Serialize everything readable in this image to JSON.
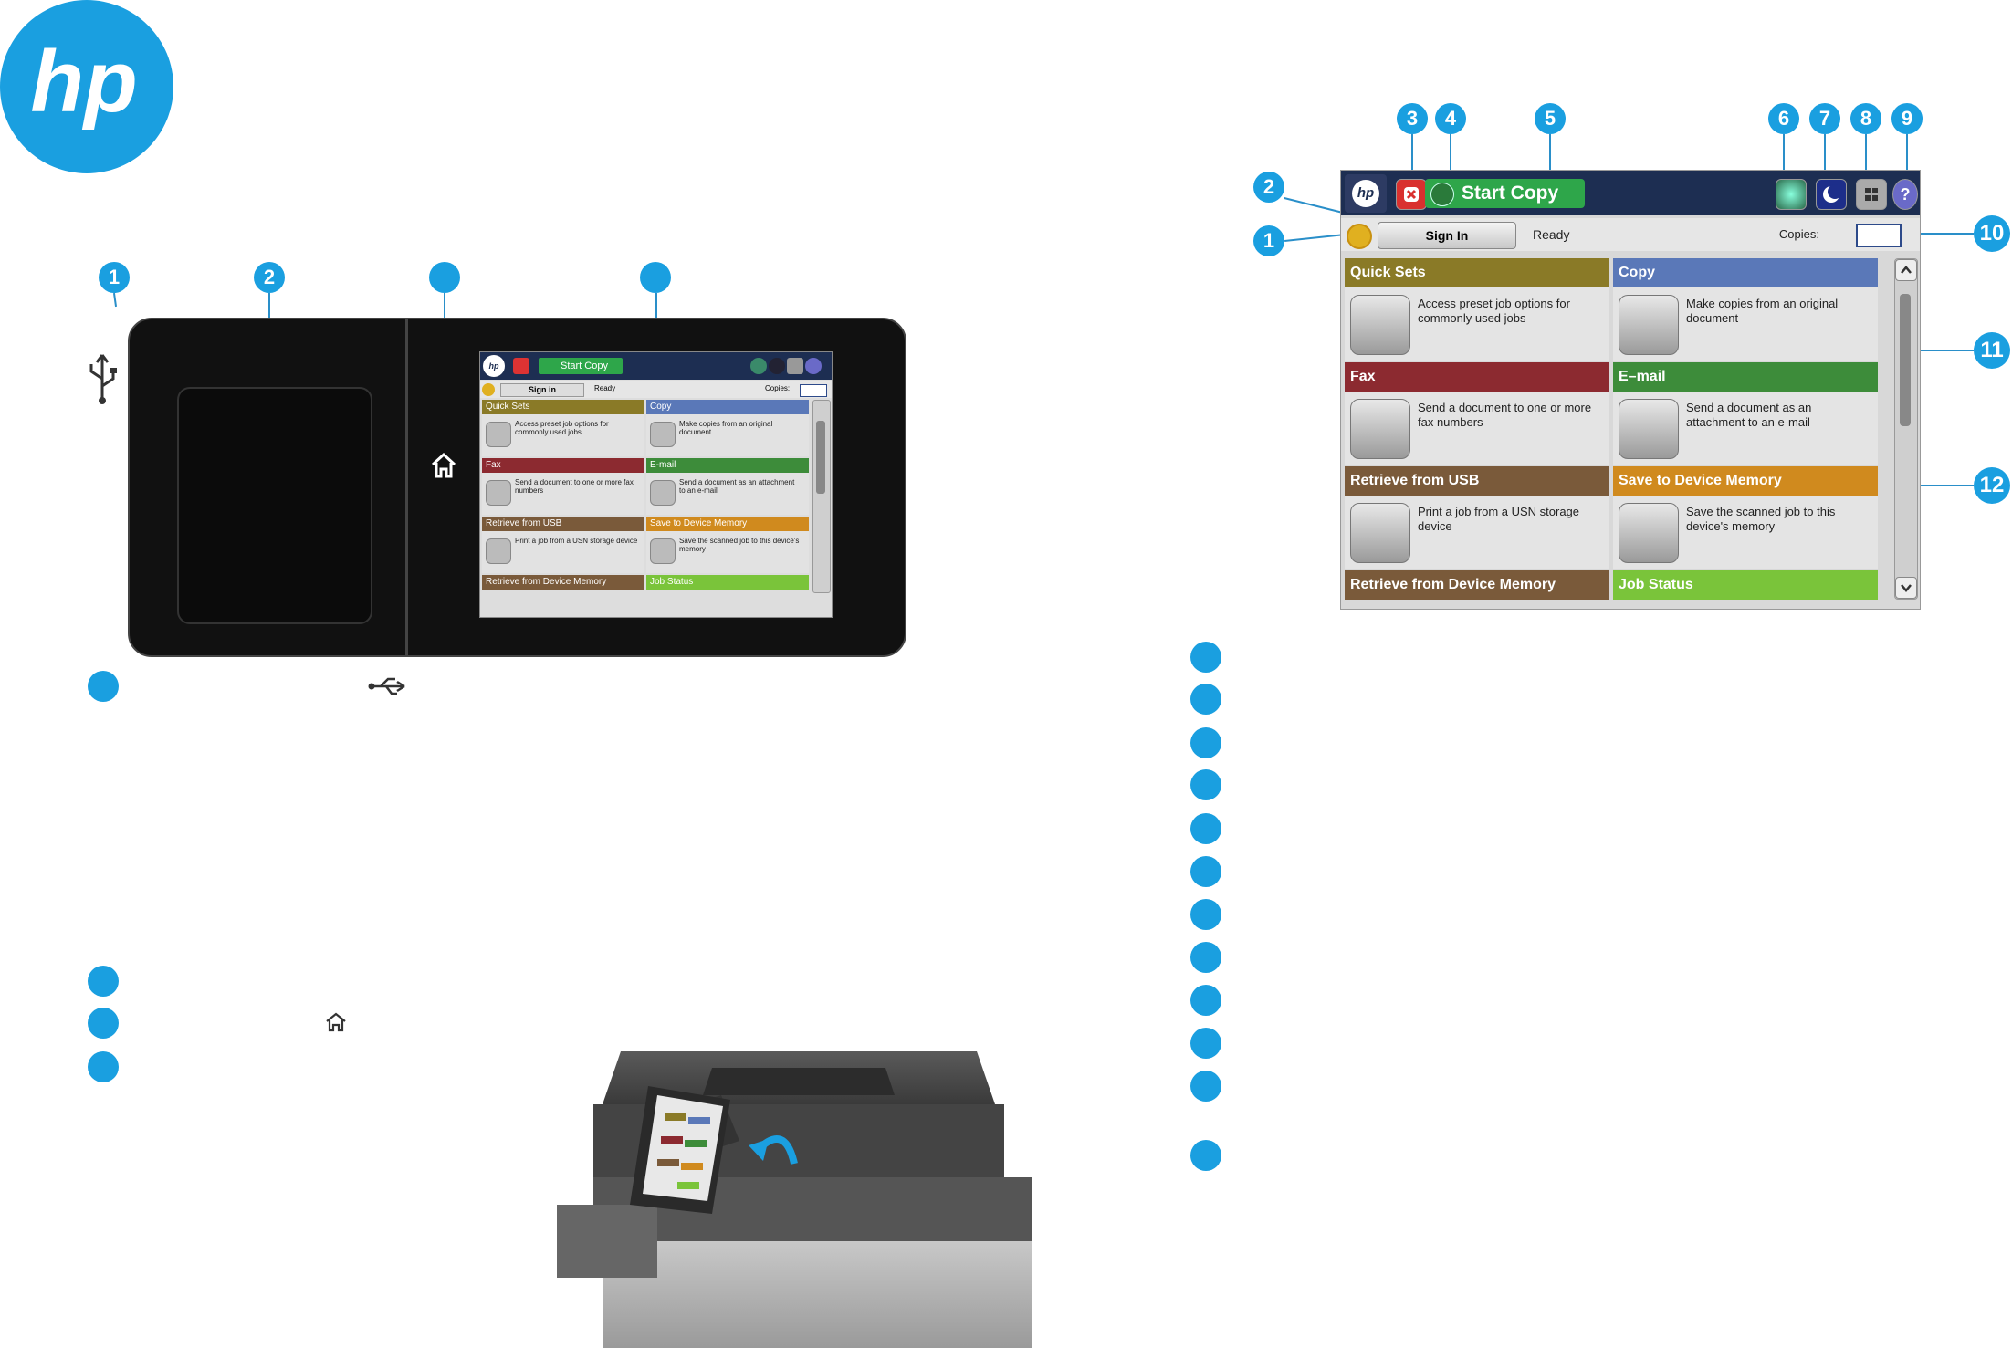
{
  "brand": {
    "logo_text": "hp",
    "color": "#1a9fe0"
  },
  "left_diagram": {
    "callouts": [
      "1",
      "2",
      "",
      ""
    ],
    "mini_screen": {
      "start_copy": "Start Copy",
      "sign_in": "Sign in",
      "ready": "Ready",
      "copies": "Copies:",
      "tiles": [
        {
          "title": "Quick Sets",
          "desc": "Access preset job options for commonly used jobs",
          "color": "#8a7a27"
        },
        {
          "title": "Copy",
          "desc": "Make copies from an original document",
          "color": "#5a78b8"
        },
        {
          "title": "Fax",
          "desc": "Send a document to one or more fax numbers",
          "color": "#8c2a30"
        },
        {
          "title": "E-mail",
          "desc": "Send a document as an attachment to an e-mail",
          "color": "#3d8c3a"
        },
        {
          "title": "Retrieve from USB",
          "desc": "Print a job from a USN storage device",
          "color": "#7a5a3a"
        },
        {
          "title": "Save to Device Memory",
          "desc": "Save the scanned job to this device's memory",
          "color": "#d08a1e"
        },
        {
          "title": "Retrieve from Device Memory",
          "desc": "",
          "color": "#7a5a3a"
        },
        {
          "title": "Job Status",
          "desc": "",
          "color": "#7ac43a"
        }
      ]
    }
  },
  "right_diagram": {
    "callouts_top": [
      "3",
      "4",
      "5",
      "6",
      "7",
      "8",
      "9"
    ],
    "callouts_left": [
      "2",
      "1"
    ],
    "callouts_right": [
      "10",
      "11",
      "12"
    ],
    "screen": {
      "start_copy": "Start Copy",
      "sign_in": "Sign In",
      "ready": "Ready",
      "copies": "Copies:",
      "tiles": [
        {
          "title": "Quick Sets",
          "desc": "Access preset job options for commonly used jobs",
          "color": "#8a7a27"
        },
        {
          "title": "Copy",
          "desc": "Make copies from an original document",
          "color": "#5a78b8"
        },
        {
          "title": "Fax",
          "desc": "Send a document to one or more fax numbers",
          "color": "#8c2a30"
        },
        {
          "title": "E–mail",
          "desc": "Send a document as an attachment to an e-mail",
          "color": "#3d8c3a"
        },
        {
          "title": "Retrieve from USB",
          "desc": "Print a job from a USN storage device",
          "color": "#7a5a3a"
        },
        {
          "title": "Save to Device Memory",
          "desc": "Save the scanned job to this device's memory",
          "color": "#d08a1e"
        },
        {
          "title": "Retrieve from Device Memory",
          "desc": "",
          "color": "#7a5a3a"
        },
        {
          "title": "Job Status",
          "desc": "",
          "color": "#7ac43a"
        }
      ]
    }
  }
}
